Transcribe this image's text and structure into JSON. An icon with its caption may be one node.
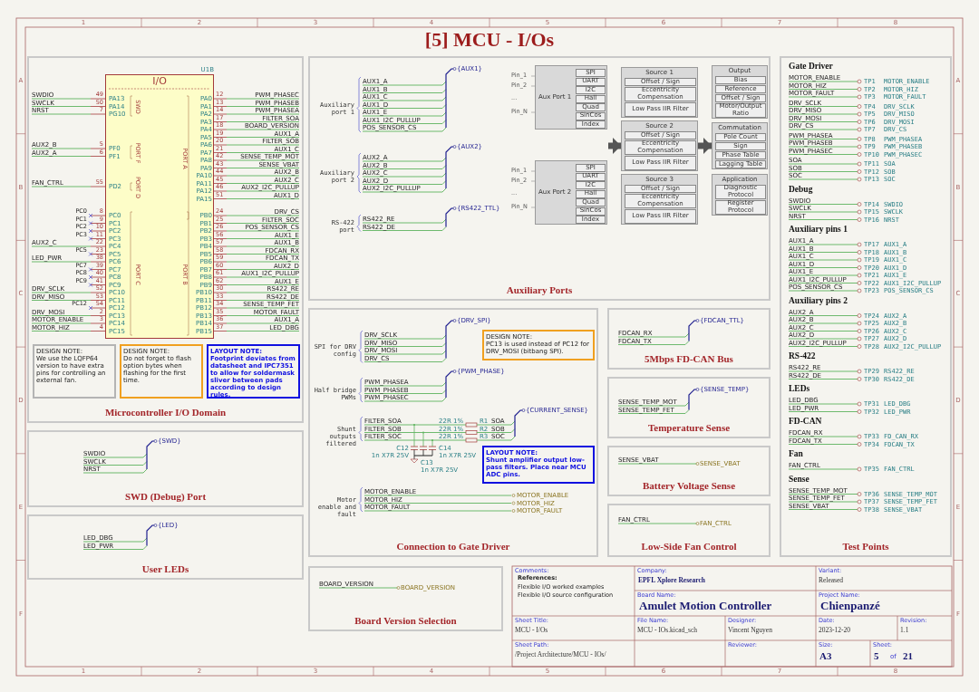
{
  "diagram": {
    "title": "[5] MCU - I/Os",
    "nodes": [
      {
        "text": [
          "Microcontroller I/O Domain"
        ]
      },
      {
        "text": [
          "I/O",
          "PA13",
          "PA14",
          "PG10",
          "PF0",
          "PF1",
          "PD2",
          "PC0",
          "PC1",
          "PC2",
          "PC3",
          "PC4",
          "PC5",
          "PC6",
          "PC7",
          "PC8",
          "PC9",
          "PC10",
          "PC11",
          "PC12",
          "PC13",
          "PC14",
          "PC15",
          "PA0",
          "PA1",
          "PA2",
          "PA3",
          "PA4",
          "PA5",
          "PA6",
          "PA7",
          "PA8",
          "PA9",
          "PA10",
          "PA11",
          "PA12",
          "PA15",
          "PB0",
          "PB1",
          "PB2",
          "PB3",
          "PB4",
          "PB5",
          "PB6",
          "PB7",
          "PB8",
          "PB9",
          "PB10",
          "PB11",
          "PB12",
          "PB13",
          "PB14",
          "PB15",
          "SWD",
          "PORT F",
          "PORT D",
          "PORT C",
          "PORT A",
          "PORT B"
        ],
        "in": 0,
        "beside": [
          "U1B",
          "SWDIO",
          "49",
          "SWCLK",
          "50",
          "NRST",
          "7",
          "AUX2_B",
          "5",
          "AUX2_A",
          "6",
          "FAN_CTRL",
          "55",
          "PC0",
          "8",
          "PC1",
          "9",
          "PC2",
          "10",
          "PC3",
          "11",
          "AUX2_C",
          "22",
          "PC5",
          "23",
          "LED_PWR",
          "38",
          "PC7",
          "39",
          "PC8",
          "40",
          "PC9",
          "41",
          "DRV_SCLK",
          "52",
          "DRV_MISO",
          "53",
          "PC12",
          "54",
          "DRV_MOSI",
          "2",
          "MOTOR_ENABLE",
          "3",
          "MOTOR_HIZ",
          "4",
          "12",
          "PWM_PHASEC",
          "13",
          "PWM_PHASEB",
          "14",
          "PWM_PHASEA",
          "17",
          "FILTER_SOA",
          "18",
          "BOARD_VERSION",
          "19",
          "AUX1_A",
          "20",
          "FILTER_SOB",
          "21",
          "AUX1_C",
          "42",
          "SENSE_TEMP_MOT",
          "43",
          "SENSE_VBAT",
          "44",
          "AUX2_B",
          "45",
          "AUX2_C",
          "46",
          "AUX2_I2C_PULLUP",
          "51",
          "AUX1_D",
          "24",
          "DRV_CS",
          "25",
          "FILTER_SOC",
          "26",
          "POS_SENSOR_CS",
          "56",
          "AUX1_E",
          "57",
          "AUX1_B",
          "58",
          "FDCAN_RX",
          "59",
          "FDCAN_TX",
          "60",
          "AUX2_D",
          "61",
          "AUX1_I2C_PULLUP",
          "62",
          "AUX1_E",
          "30",
          "RS422_RE",
          "33",
          "RS422_DE",
          "34",
          "SENSE_TEMP_FET",
          "35",
          "MOTOR_FAULT",
          "36",
          "AUX1_A",
          "37",
          "LED_DBG"
        ]
      },
      {
        "text": [
          "DESIGN NOTE:",
          "We use the LQFP64 version to have extra pins for controlling an external fan."
        ],
        "in": 0
      },
      {
        "text": [
          "DESIGN NOTE:",
          "Do not forget to flash option bytes when flashing for the first time."
        ],
        "in": 0
      },
      {
        "text": [
          "LAYOUT NOTE:",
          "Footprint deviates from datasheet and IPC7351 to allow for soldermask sliver between pads according to design rules."
        ],
        "in": 0
      },
      {
        "text": [
          "Auxiliary port 1",
          "AUX1_A",
          "AUX1_B",
          "AUX1_C",
          "AUX1_D",
          "AUX1_E",
          "AUX1_I2C_PULLUP",
          "POS_SENSOR_CS",
          "{AUX1}",
          "Auxiliary port 2",
          "AUX2_A",
          "AUX2_B",
          "AUX2_C",
          "AUX2_D",
          "AUX2_I2C_PULLUP",
          "{AUX2}",
          "RS-422 port",
          "RS422_RE",
          "RS422_DE",
          "{RS422_TTL}",
          "Auxiliary Ports"
        ]
      },
      {
        "text": [
          "Aux Port 1"
        ],
        "in": 5,
        "beside": [
          "Pin_1",
          "Pin_2",
          "...",
          "Pin_N"
        ]
      },
      {
        "text": [
          "SPI"
        ],
        "in": 6
      },
      {
        "text": [
          "UART"
        ],
        "in": 6
      },
      {
        "text": [
          "I2C"
        ],
        "in": 6
      },
      {
        "text": [
          "Hall"
        ],
        "in": 6
      },
      {
        "text": [
          "Quad"
        ],
        "in": 6
      },
      {
        "text": [
          "SinCos"
        ],
        "in": 6
      },
      {
        "text": [
          "Index"
        ],
        "in": 6
      },
      {
        "text": [
          "Aux Port 2"
        ],
        "in": 5,
        "beside": [
          "Pin_1",
          "Pin_2",
          "...",
          "Pin_N"
        ]
      },
      {
        "text": [
          "SPI"
        ],
        "in": 14
      },
      {
        "text": [
          "UART"
        ],
        "in": 14
      },
      {
        "text": [
          "I2C"
        ],
        "in": 14
      },
      {
        "text": [
          "Hall"
        ],
        "in": 14
      },
      {
        "text": [
          "Quad"
        ],
        "in": 14
      },
      {
        "text": [
          "SinCos"
        ],
        "in": 14
      },
      {
        "text": [
          "Index"
        ],
        "in": 14
      },
      {
        "text": [
          "Source 1"
        ],
        "in": 5
      },
      {
        "text": [
          "Offset / Sign"
        ],
        "in": 22
      },
      {
        "text": [
          "Eccentricity Compensation"
        ],
        "in": 22
      },
      {
        "text": [
          "Low Pass IIR Filter"
        ],
        "in": 22
      },
      {
        "text": [
          "Source 2"
        ],
        "in": 5
      },
      {
        "text": [
          "Offset / Sign"
        ],
        "in": 26
      },
      {
        "text": [
          "Eccentricity Compensation"
        ],
        "in": 26
      },
      {
        "text": [
          "Low Pass IIR Filter"
        ],
        "in": 26
      },
      {
        "text": [
          "Source 3"
        ],
        "in": 5
      },
      {
        "text": [
          "Offset / Sign"
        ],
        "in": 30
      },
      {
        "text": [
          "Eccentricity Compensation"
        ],
        "in": 30
      },
      {
        "text": [
          "Low Pass IIR Filter"
        ],
        "in": 30
      },
      {
        "text": [
          "Output"
        ],
        "in": 5
      },
      {
        "text": [
          "Bias"
        ],
        "in": 34
      },
      {
        "text": [
          "Reference"
        ],
        "in": 34
      },
      {
        "text": [
          "Offset / Sign"
        ],
        "in": 34
      },
      {
        "text": [
          "Motor/Output Ratio"
        ],
        "in": 34
      },
      {
        "text": [
          "Commutation"
        ],
        "in": 5
      },
      {
        "text": [
          "Pole Count"
        ],
        "in": 39
      },
      {
        "text": [
          "Sign"
        ],
        "in": 39
      },
      {
        "text": [
          "Phase Table"
        ],
        "in": 39
      },
      {
        "text": [
          "Lagging Table"
        ],
        "in": 39
      },
      {
        "text": [
          "Application"
        ],
        "in": 5
      },
      {
        "text": [
          "Diagnostic Protocol"
        ],
        "in": 44
      },
      {
        "text": [
          "Register Protocol"
        ],
        "in": 44
      },
      {
        "text": [
          "SPI for DRV config",
          "DRV_SCLK",
          "DRV_MISO",
          "DRV_MOSI",
          "DRV_CS",
          "{DRV_SPI}",
          "Half bridge PWMs",
          "PWM_PHASEA",
          "PWM_PHASEB",
          "PWM_PHASEC",
          "{PWM_PHASE}",
          "Shunt outputs filtered",
          "FILTER_SOA",
          "FILTER_SOB",
          "FILTER_SOC",
          "22R 1%",
          "22R 1%",
          "22R 1%",
          "R1",
          "R2",
          "R3",
          "SOA",
          "SOB",
          "SOC",
          "{CURRENT_SENSE}",
          "C12",
          "1n X7R 25V",
          "C14",
          "1n X7R 25V",
          "C13",
          "1n X7R 25V",
          "Motor enable and fault",
          "MOTOR_ENABLE",
          "MOTOR_HIZ",
          "MOTOR_FAULT",
          "MOTOR_ENABLE",
          "MOTOR_HIZ",
          "MOTOR_FAULT",
          "Connection to Gate Driver"
        ]
      },
      {
        "text": [
          "DESIGN NOTE:",
          "PC13 is used instead of PC12 for DRV_MOSI (bitbang SPI)."
        ],
        "in": 47
      },
      {
        "text": [
          "LAYOUT NOTE:",
          "Shunt amplifier output low-pass filters. Place near MCU ADC pins."
        ],
        "in": 47
      },
      {
        "text": [
          "FDCAN_RX",
          "FDCAN_TX",
          "{FDCAN_TTL}",
          "5Mbps FD-CAN Bus"
        ]
      },
      {
        "text": [
          "SENSE_TEMP_MOT",
          "SENSE_TEMP_FET",
          "{SENSE_TEMP}",
          "Temperature Sense"
        ]
      },
      {
        "text": [
          "SENSE_VBAT",
          "SENSE_VBAT",
          "Battery Voltage Sense"
        ]
      },
      {
        "text": [
          "Gate Driver",
          "MOTOR_ENABLE",
          "TP1",
          "MOTOR_ENABLE",
          "MOTOR_HIZ",
          "TP2",
          "MOTOR_HIZ",
          "MOTOR_FAULT",
          "TP3",
          "MOTOR_FAULT",
          "DRV_SCLK",
          "TP4",
          "DRV_SCLK",
          "DRV_MISO",
          "TP5",
          "DRV_MISO",
          "DRV_MOSI",
          "TP6",
          "DRV_MOSI",
          "DRV_CS",
          "TP7",
          "DRV_CS",
          "PWM_PHASEA",
          "TP8",
          "PWM_PHASEA",
          "PWM_PHASEB",
          "TP9",
          "PWM_PHASEB",
          "PWM_PHASEC",
          "TP10",
          "PWM_PHASEC",
          "SOA",
          "TP11",
          "SOA",
          "SOB",
          "TP12",
          "SOB",
          "SOC",
          "TP13",
          "SOC",
          "Debug",
          "SWDIO",
          "TP14",
          "SWDIO",
          "SWCLK",
          "TP15",
          "SWCLK",
          "NRST",
          "TP16",
          "NRST",
          "Auxiliary pins 1",
          "AUX1_A",
          "TP17",
          "AUX1_A",
          "AUX1_B",
          "TP18",
          "AUX1_B",
          "AUX1_C",
          "TP19",
          "AUX1_C",
          "AUX1_D",
          "TP20",
          "AUX1_D",
          "AUX1_E",
          "TP21",
          "AUX1_E",
          "AUX1_I2C_PULLUP",
          "TP22",
          "AUX1_I2C_PULLUP",
          "POS_SENSOR_CS",
          "TP23",
          "POS_SENSOR_CS",
          "Auxiliary pins 2",
          "AUX2_A",
          "TP24",
          "AUX2_A",
          "AUX2_B",
          "TP25",
          "AUX2_B",
          "AUX2_C",
          "TP26",
          "AUX2_C",
          "AUX2_D",
          "TP27",
          "AUX2_D",
          "AUX2_I2C_PULLUP",
          "TP28",
          "AUX2_I2C_PULLUP",
          "RS-422",
          "RS422_RE",
          "TP29",
          "RS422_RE",
          "RS422_DE",
          "TP30",
          "RS422_DE",
          "LEDs",
          "LED_DBG",
          "TP31",
          "LED_DBG",
          "LED_PWR",
          "TP32",
          "LED_PWR",
          "FD-CAN",
          "FDCAN_RX",
          "TP33",
          "FD_CAN_RX",
          "FDCAN_TX",
          "TP34",
          "FDCAN_TX",
          "Fan",
          "FAN_CTRL",
          "TP35",
          "FAN_CTRL",
          "Sense",
          "SENSE_TEMP_MOT",
          "TP36",
          "SENSE_TEMP_MOT",
          "SENSE_TEMP_FET",
          "TP37",
          "SENSE_TEMP_FET",
          "SENSE_VBAT",
          "TP38",
          "SENSE_VBAT",
          "Test Points"
        ]
      },
      {
        "text": [
          "SWDIO",
          "SWCLK",
          "NRST",
          "{SWD}",
          "SWD (Debug) Port"
        ]
      },
      {
        "text": [
          "LED_DBG",
          "LED_PWR",
          "{LED}",
          "User LEDs"
        ]
      },
      {
        "text": [
          "BOARD_VERSION",
          "BOARD_VERSION",
          "Board Version Selection"
        ]
      },
      {
        "text": [
          "FAN_CTRL",
          "FAN_CTRL",
          "Low-Side Fan Control"
        ]
      }
    ],
    "edges": [
      {
        "from": null,
        "to": 26,
        "arrow": "to"
      },
      {
        "from": 26,
        "to": 39,
        "arrow": "to"
      }
    ],
    "labels": [
      "1",
      "2",
      "3",
      "4",
      "5",
      "6",
      "7",
      "8",
      "A",
      "B",
      "C",
      "D",
      "E",
      "F",
      "A",
      "B",
      "C",
      "D",
      "E",
      "F",
      "Comments:",
      "References:",
      "Flexible I/O worked examples",
      "Flexible I/O source configuration",
      "Company:",
      "EPFL Xplore Research",
      "Variant:",
      "Released",
      "Board Name:",
      "Amulet Motion Controller",
      "Project Name:",
      "Chienpanzé",
      "Sheet Title:",
      "MCU - I/Os",
      "File Name:",
      "MCU - IOs.kicad_sch",
      "Designer:",
      "Vincent Nguyen",
      "Date:",
      "2023-12-20",
      "Revision:",
      "1.1",
      "Sheet Path:",
      "/Project Architecture/MCU - IOs/",
      "Reviewer:",
      "Size:",
      "A3",
      "Sheet:",
      "5",
      "of",
      "21",
      "1",
      "2",
      "3",
      "4",
      "5",
      "6",
      "7",
      "8"
    ]
  }
}
